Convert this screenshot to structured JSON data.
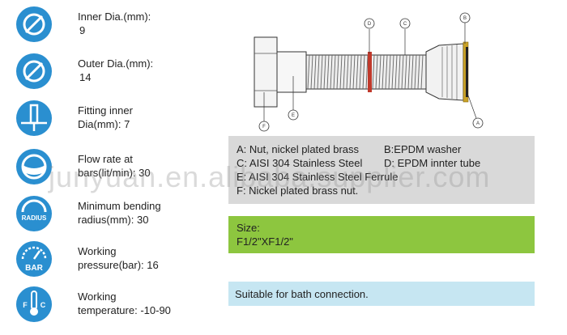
{
  "specs": [
    {
      "icon": "diameter-icon",
      "label": "Inner Dia.(mm):",
      "value": "9"
    },
    {
      "icon": "diameter-icon",
      "label": "Outer Dia.(mm):",
      "value": "14"
    },
    {
      "icon": "fitting-icon",
      "label": "Fitting inner",
      "label2": "Dia(mm):",
      "value": "7"
    },
    {
      "icon": "flow-icon",
      "label": "Flow rate at",
      "label2": "bars(lit/min):",
      "value": "30"
    },
    {
      "icon": "radius-icon",
      "badge_text": "RADIUS",
      "label": "Minimum bending",
      "label2": "radius(mm):",
      "value": "30"
    },
    {
      "icon": "bar-icon",
      "badge_text": "BAR",
      "label": "Working",
      "label2": "pressure(bar):",
      "value": "16"
    },
    {
      "icon": "temperature-icon",
      "badge_text_left": "F",
      "badge_text_right": "C",
      "label": "Working",
      "label2": "temperature:",
      "value": "-10-90"
    }
  ],
  "diagram": {
    "callouts": [
      "D",
      "C",
      "B",
      "E",
      "F",
      "A"
    ]
  },
  "parts": {
    "a": "A: Nut, nickel plated brass",
    "b": "B:EPDM washer",
    "c": "C: AISI 304 Stainless Steel",
    "d": "D: EPDM innter tube",
    "e": "E: AISI 304 Stainless Steel Ferrule",
    "f": "F: Nickel plated brass nut."
  },
  "size": {
    "label": "Size:",
    "value": "F1/2\"XF1/2\""
  },
  "note": "Suitable for bath connection.",
  "watermark": "junyuan.en.alibaba.supplier.com",
  "colors": {
    "badge": "#2a8fd0",
    "size_box": "#8dc63f",
    "parts_box": "#d9d9d9",
    "note_box": "#c6e6f2",
    "tube_red": "#c0392b",
    "washer_gold": "#c9a227"
  }
}
